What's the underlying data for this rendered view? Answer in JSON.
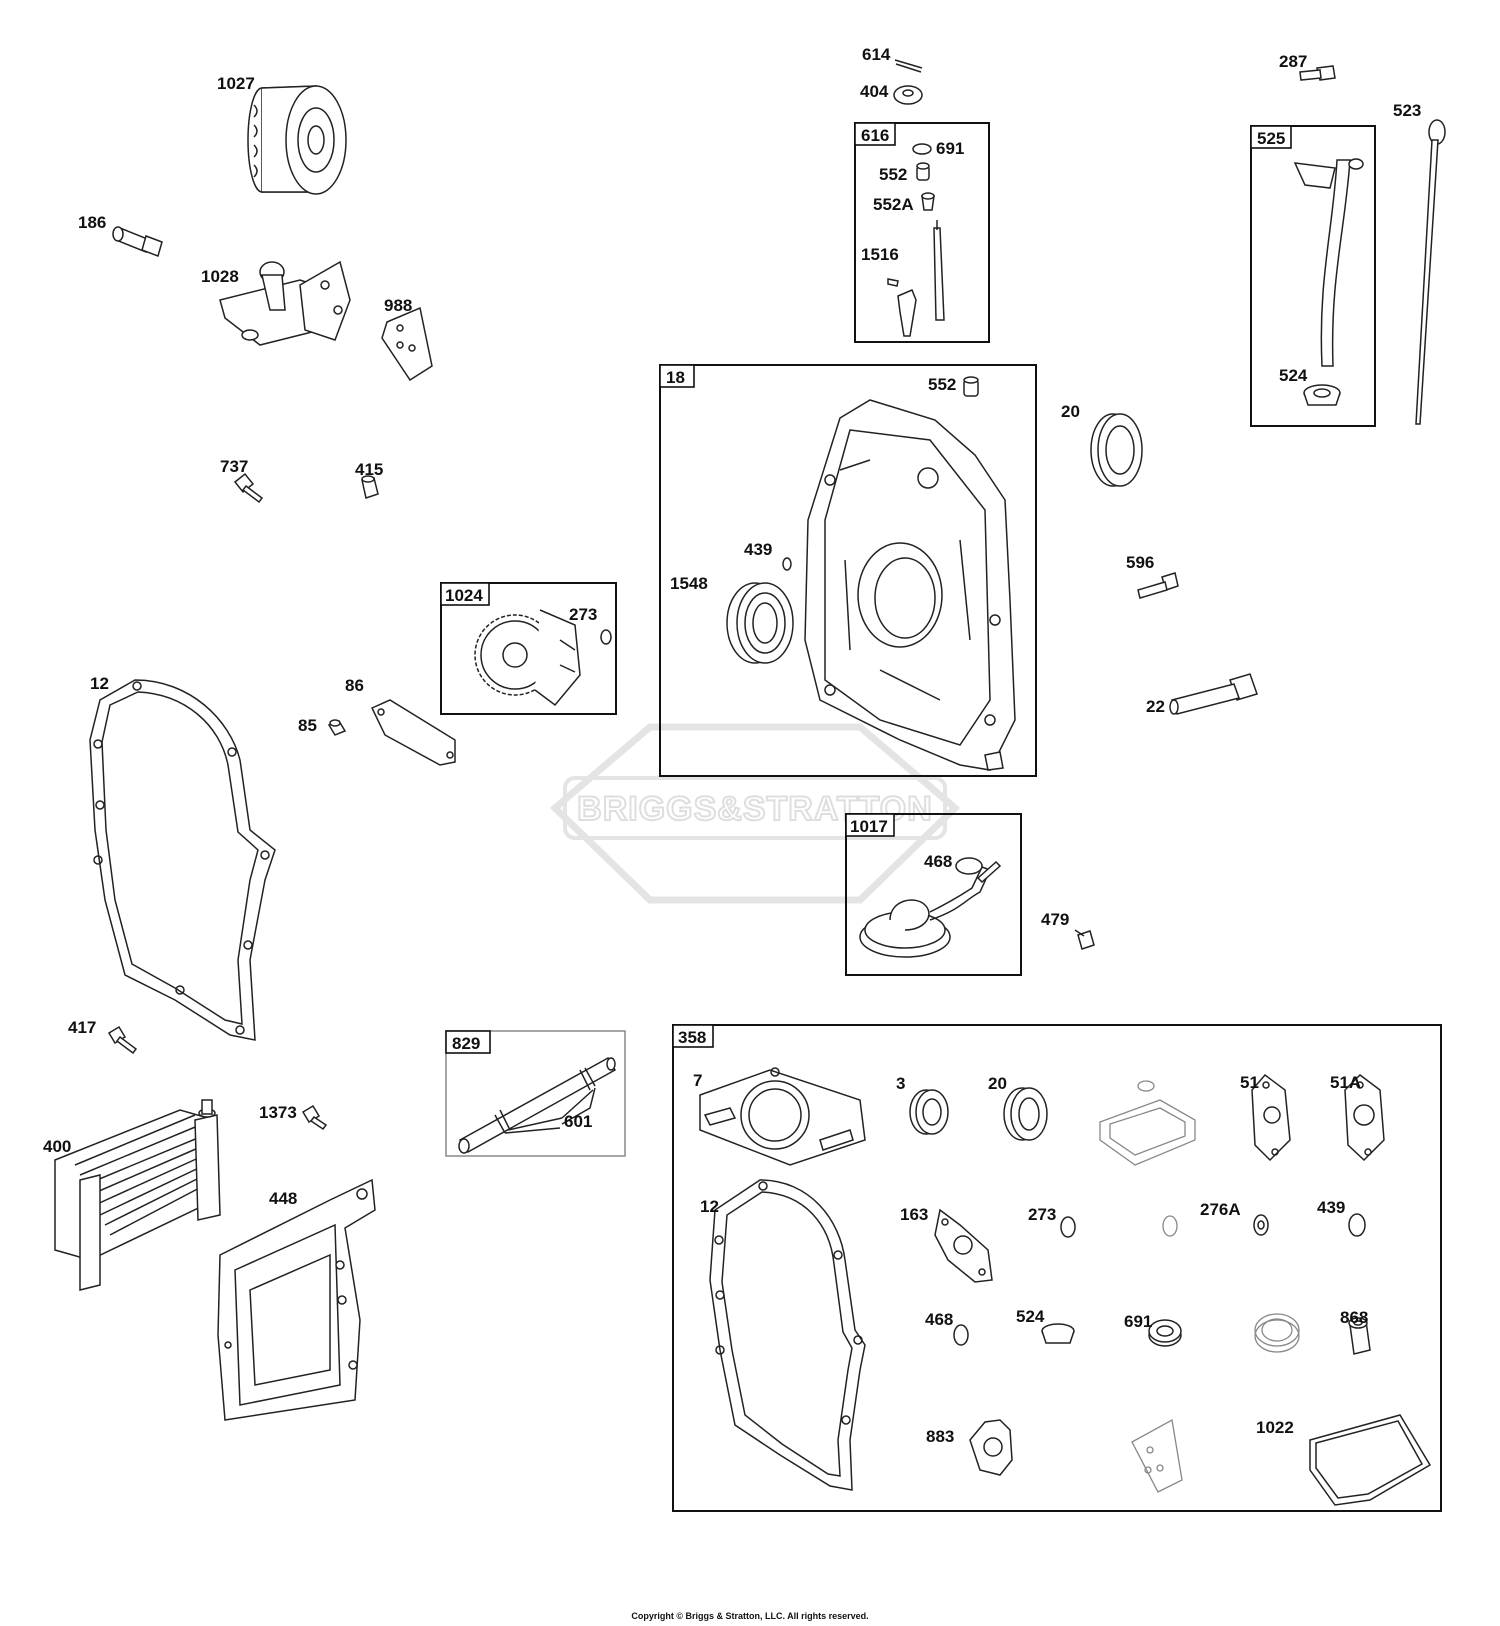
{
  "parts": [
    {
      "id": "l1027",
      "text": "1027"
    },
    {
      "id": "l186",
      "text": "186"
    },
    {
      "id": "l1028",
      "text": "1028"
    },
    {
      "id": "l988",
      "text": "988"
    },
    {
      "id": "l737",
      "text": "737"
    },
    {
      "id": "l415",
      "text": "415"
    },
    {
      "id": "l614",
      "text": "614"
    },
    {
      "id": "l404",
      "text": "404"
    },
    {
      "id": "l691a",
      "text": "691"
    },
    {
      "id": "l552a",
      "text": "552"
    },
    {
      "id": "l552A",
      "text": "552A"
    },
    {
      "id": "l1516",
      "text": "1516"
    },
    {
      "id": "l287",
      "text": "287"
    },
    {
      "id": "l523",
      "text": "523"
    },
    {
      "id": "l524a",
      "text": "524"
    },
    {
      "id": "l552b",
      "text": "552"
    },
    {
      "id": "l20a",
      "text": "20"
    },
    {
      "id": "l439a",
      "text": "439"
    },
    {
      "id": "l1548",
      "text": "1548"
    },
    {
      "id": "l596",
      "text": "596"
    },
    {
      "id": "l22",
      "text": "22"
    },
    {
      "id": "l273a",
      "text": "273"
    },
    {
      "id": "l12a",
      "text": "12"
    },
    {
      "id": "l86",
      "text": "86"
    },
    {
      "id": "l85",
      "text": "85"
    },
    {
      "id": "l468a",
      "text": "468"
    },
    {
      "id": "l479",
      "text": "479"
    },
    {
      "id": "l417",
      "text": "417"
    },
    {
      "id": "l1373",
      "text": "1373"
    },
    {
      "id": "l400",
      "text": "400"
    },
    {
      "id": "l448",
      "text": "448"
    },
    {
      "id": "l601",
      "text": "601"
    },
    {
      "id": "l7",
      "text": "7"
    },
    {
      "id": "l3",
      "text": "3"
    },
    {
      "id": "l20b",
      "text": "20"
    },
    {
      "id": "l51",
      "text": "51"
    },
    {
      "id": "l51A",
      "text": "51A"
    },
    {
      "id": "l12b",
      "text": "12"
    },
    {
      "id": "l163",
      "text": "163"
    },
    {
      "id": "l273b",
      "text": "273"
    },
    {
      "id": "l276A",
      "text": "276A"
    },
    {
      "id": "l439b",
      "text": "439"
    },
    {
      "id": "l468b",
      "text": "468"
    },
    {
      "id": "l524b",
      "text": "524"
    },
    {
      "id": "l691b",
      "text": "691"
    },
    {
      "id": "l868",
      "text": "868"
    },
    {
      "id": "l883",
      "text": "883"
    },
    {
      "id": "l1022",
      "text": "1022"
    }
  ],
  "boxes": [
    {
      "id": "b616",
      "text": "616"
    },
    {
      "id": "b525",
      "text": "525"
    },
    {
      "id": "b18",
      "text": "18"
    },
    {
      "id": "b1024",
      "text": "1024"
    },
    {
      "id": "b1017",
      "text": "1017"
    },
    {
      "id": "b829",
      "text": "829"
    },
    {
      "id": "b358",
      "text": "358"
    }
  ],
  "watermark": "BRIGGS&STRATTON",
  "copyright": "Copyright © Briggs & Stratton, LLC. All rights reserved."
}
